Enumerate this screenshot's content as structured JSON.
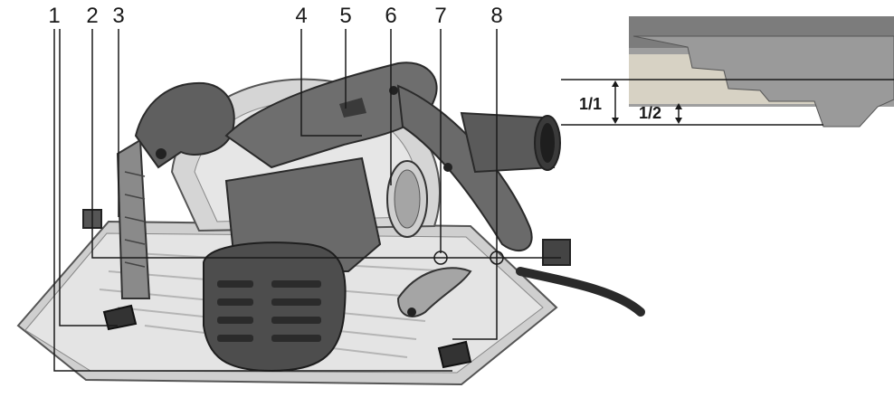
{
  "callouts": [
    "1",
    "2",
    "3",
    "4",
    "5",
    "6",
    "7",
    "8"
  ],
  "depth_labels": {
    "full": "1/1",
    "half": "1/2"
  },
  "colors": {
    "saw_body": "#6a6a6a",
    "saw_dark": "#3a3a3a",
    "saw_light": "#a9a9a9",
    "base_plate": "#c9c9c9",
    "leader_line": "#1a1a1a",
    "inset_wood": "#d7d2c4",
    "inset_guard": "#8a8a8a"
  }
}
